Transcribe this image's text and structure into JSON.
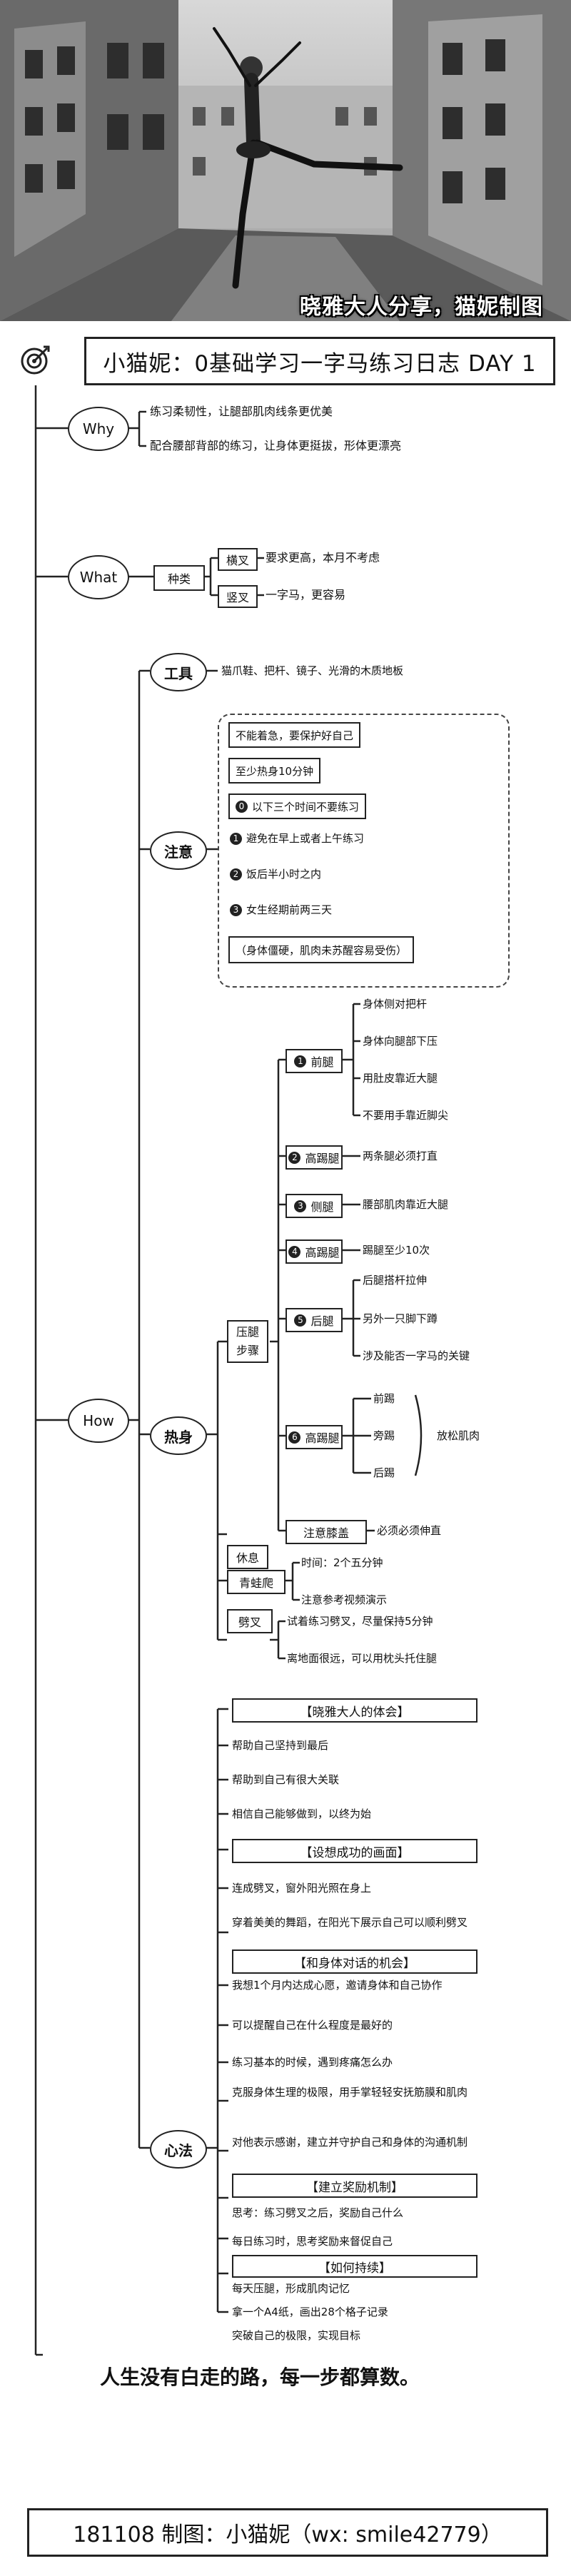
{
  "banner": {
    "caption": "晓雅大人分享，猫妮制图"
  },
  "title": "小猫妮：0基础学习一字马练习日志 DAY 1",
  "why": {
    "label": "Why",
    "lines": [
      "练习柔韧性，让腿部肌肉线条更优美",
      "配合腰部背部的练习，让身体更挺拔，形体更漂亮"
    ]
  },
  "what": {
    "label": "What",
    "kinds_label": "种类",
    "kinds": [
      {
        "name": "横叉",
        "desc": "要求更高，本月不考虑"
      },
      {
        "name": "竖叉",
        "desc": "一字马，更容易"
      }
    ]
  },
  "how": {
    "label": "How",
    "tools": {
      "label": "工具",
      "text": "猫爪鞋、把杆、镜子、光滑的木质地板"
    },
    "notes": {
      "label": "注意",
      "items": [
        "不能着急，要保护好自己",
        "至少热身10分钟"
      ],
      "warn": "以下三个时间不要练习",
      "times": [
        "避免在早上或者上午练习",
        "饭后半小时之内",
        "女生经期前两三天"
      ],
      "reason": "（身体僵硬，肌肉未苏醒容易受伤）"
    },
    "warmup": {
      "label": "热身",
      "press_label": "压腿步骤",
      "steps": [
        {
          "n": "1",
          "name": "前腿",
          "details": [
            "身体侧对把杆",
            "身体向腿部下压",
            "用肚皮靠近大腿",
            "不要用手靠近脚尖"
          ]
        },
        {
          "n": "2",
          "name": "高踢腿",
          "details": [
            "两条腿必须打直"
          ]
        },
        {
          "n": "3",
          "name": "侧腿",
          "details": [
            "腰部肌肉靠近大腿"
          ]
        },
        {
          "n": "4",
          "name": "高踢腿",
          "details": [
            "踢腿至少10次"
          ]
        },
        {
          "n": "5",
          "name": "后腿",
          "details": [
            "后腿搭杆拉伸",
            "另外一只脚下蹲",
            "涉及能否一字马的关键"
          ]
        },
        {
          "n": "6",
          "name": "高踢腿",
          "details": [
            "前踢",
            "旁踢",
            "后踢"
          ],
          "note": "放松肌肉"
        }
      ],
      "knee": {
        "label": "注意膝盖",
        "text": "必须必须伸直"
      },
      "rest": "休息",
      "frog": {
        "label": "青蛙爬",
        "items": [
          "时间：2个五分钟",
          "注意参考视频演示"
        ]
      },
      "split": {
        "label": "劈叉",
        "items": [
          "试着练习劈叉，尽量保持5分钟",
          "离地面很远，可以用枕头托住腿"
        ]
      }
    },
    "mind": {
      "label": "心法",
      "sections": [
        {
          "heading": "【晓雅大人的体会】",
          "items": [
            "帮助自己坚持到最后",
            "帮助到自己有很大关联",
            "相信自己能够做到，以终为始"
          ]
        },
        {
          "heading": "【设想成功的画面】",
          "items": [
            "连成劈叉，窗外阳光照在身上",
            "穿着美美的舞蹈，在阳光下展示自己可以顺利劈叉"
          ]
        },
        {
          "heading": "【和身体对话的机会】",
          "items": [
            "我想1个月内达成心愿，邀请身体和自己协作",
            "可以提醒自己在什么程度是最好的",
            "练习基本的时候，遇到疼痛怎么办",
            "克服身体生理的极限，用手掌轻轻安抚筋膜和肌肉",
            "对他表示感谢，建立并守护自己和身体的沟通机制"
          ]
        },
        {
          "heading": "【建立奖励机制】",
          "items": [
            "思考：练习劈叉之后，奖励自己什么",
            "每日练习时，思考奖励来督促自己"
          ]
        },
        {
          "heading": "【如何持续】",
          "items": [
            "每天压腿，形成肌肉记忆",
            "拿一个A4纸，画出28个格子记录",
            "突破自己的极限，实现目标"
          ]
        }
      ]
    }
  },
  "quote": "人生没有白走的路，每一步都算数。",
  "footer": "181108 制图：小猫妮（wx: smile42779）"
}
